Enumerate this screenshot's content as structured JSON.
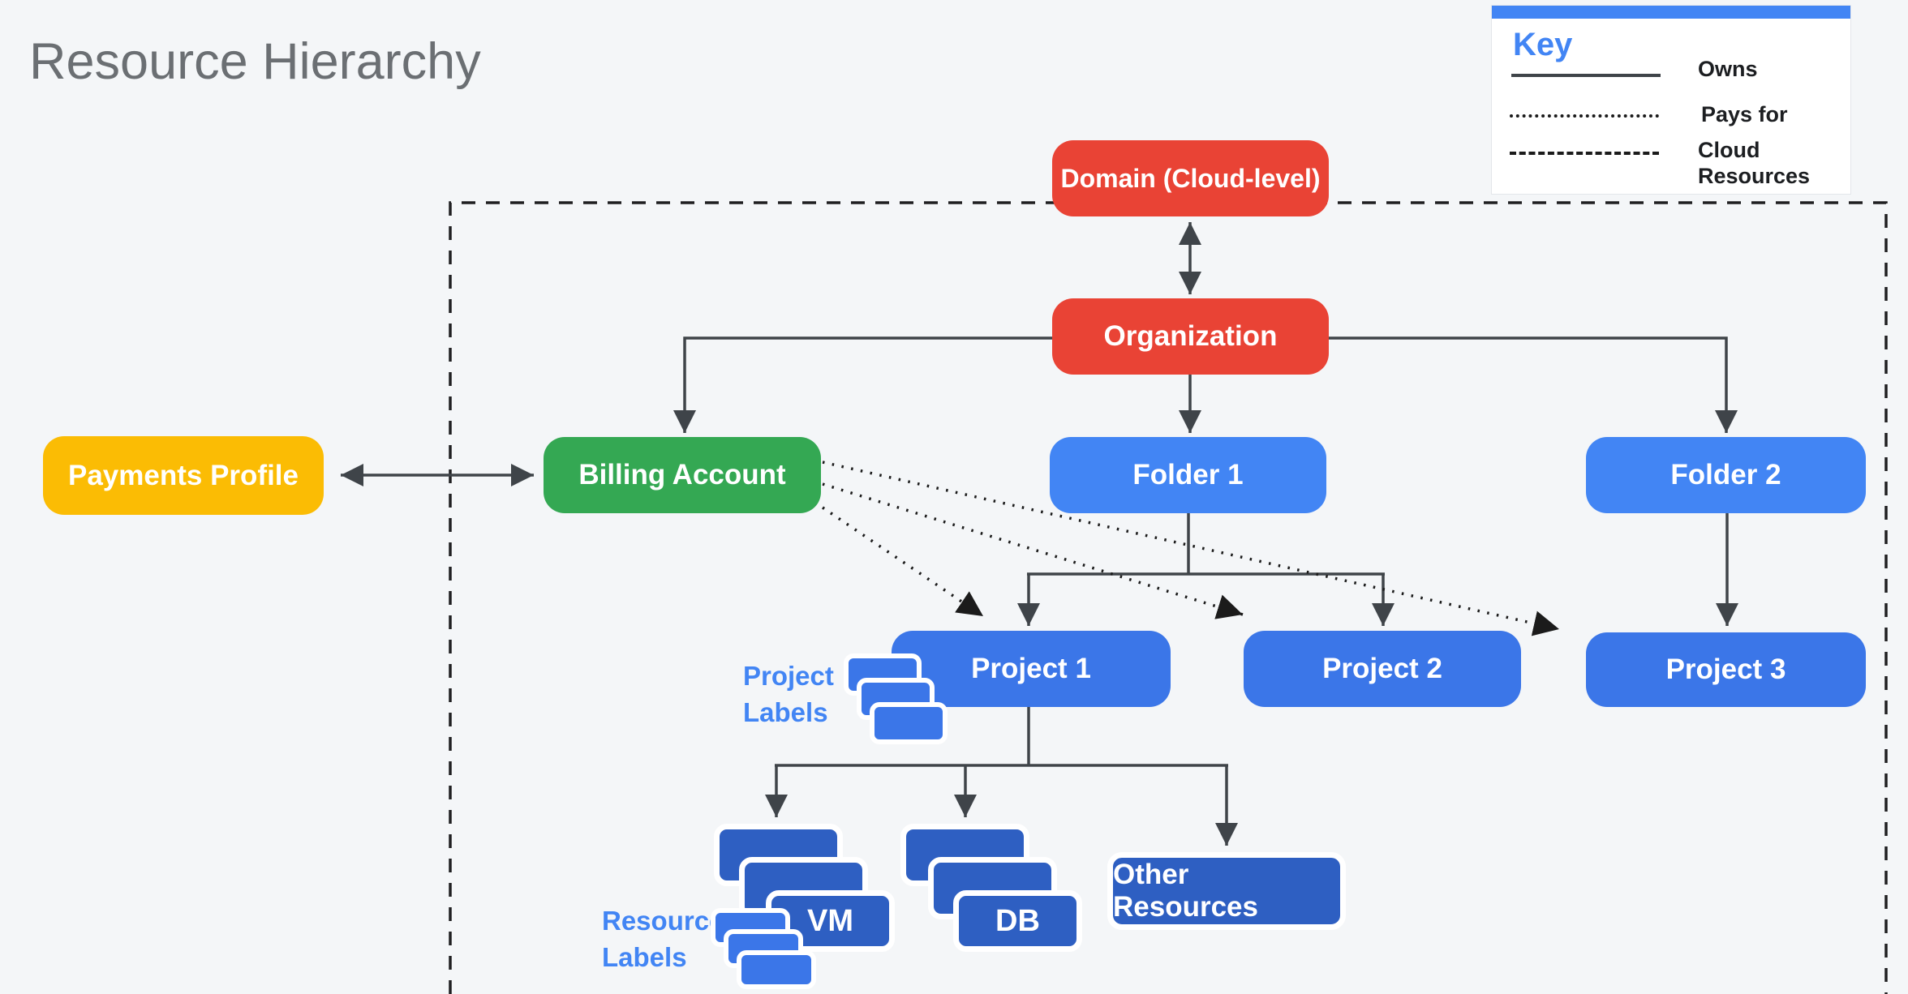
{
  "title": "Resource Hierarchy",
  "key": {
    "heading": "Key",
    "items": [
      {
        "line_style": "solid",
        "label": "Owns"
      },
      {
        "line_style": "dotted",
        "label": "Pays for"
      },
      {
        "line_style": "dashed",
        "label": "Cloud\nResources"
      }
    ]
  },
  "nodes": {
    "domain": {
      "label": "Domain (Cloud-level)",
      "color": "#e94335"
    },
    "organization": {
      "label": "Organization",
      "color": "#e94335"
    },
    "payments_profile": {
      "label": "Payments Profile",
      "color": "#fbbc04"
    },
    "billing_account": {
      "label": "Billing Account",
      "color": "#34a853"
    },
    "folder1": {
      "label": "Folder 1",
      "color": "#4285f4"
    },
    "folder2": {
      "label": "Folder 2",
      "color": "#4285f4"
    },
    "project1": {
      "label": "Project 1",
      "color": "#3b76e8"
    },
    "project2": {
      "label": "Project 2",
      "color": "#3b76e8"
    },
    "project3": {
      "label": "Project 3",
      "color": "#3b76e8"
    },
    "vm": {
      "label": "VM",
      "color": "#2e5fc2"
    },
    "db": {
      "label": "DB",
      "color": "#2e5fc2"
    },
    "other_resources": {
      "label": "Other Resources",
      "color": "#2e5fc2"
    }
  },
  "annotations": {
    "project_labels": "Project\nLabels",
    "resource_labels": "Resource\nLabels"
  },
  "colors": {
    "background": "#f4f6f8",
    "arrow": "#3f4449",
    "dotted_dashed_lines": "#1b1b1b",
    "title_text": "#6b6f73",
    "annotation_text": "#4285f4",
    "key_accent": "#4285f4",
    "node_text": "#ffffff"
  }
}
